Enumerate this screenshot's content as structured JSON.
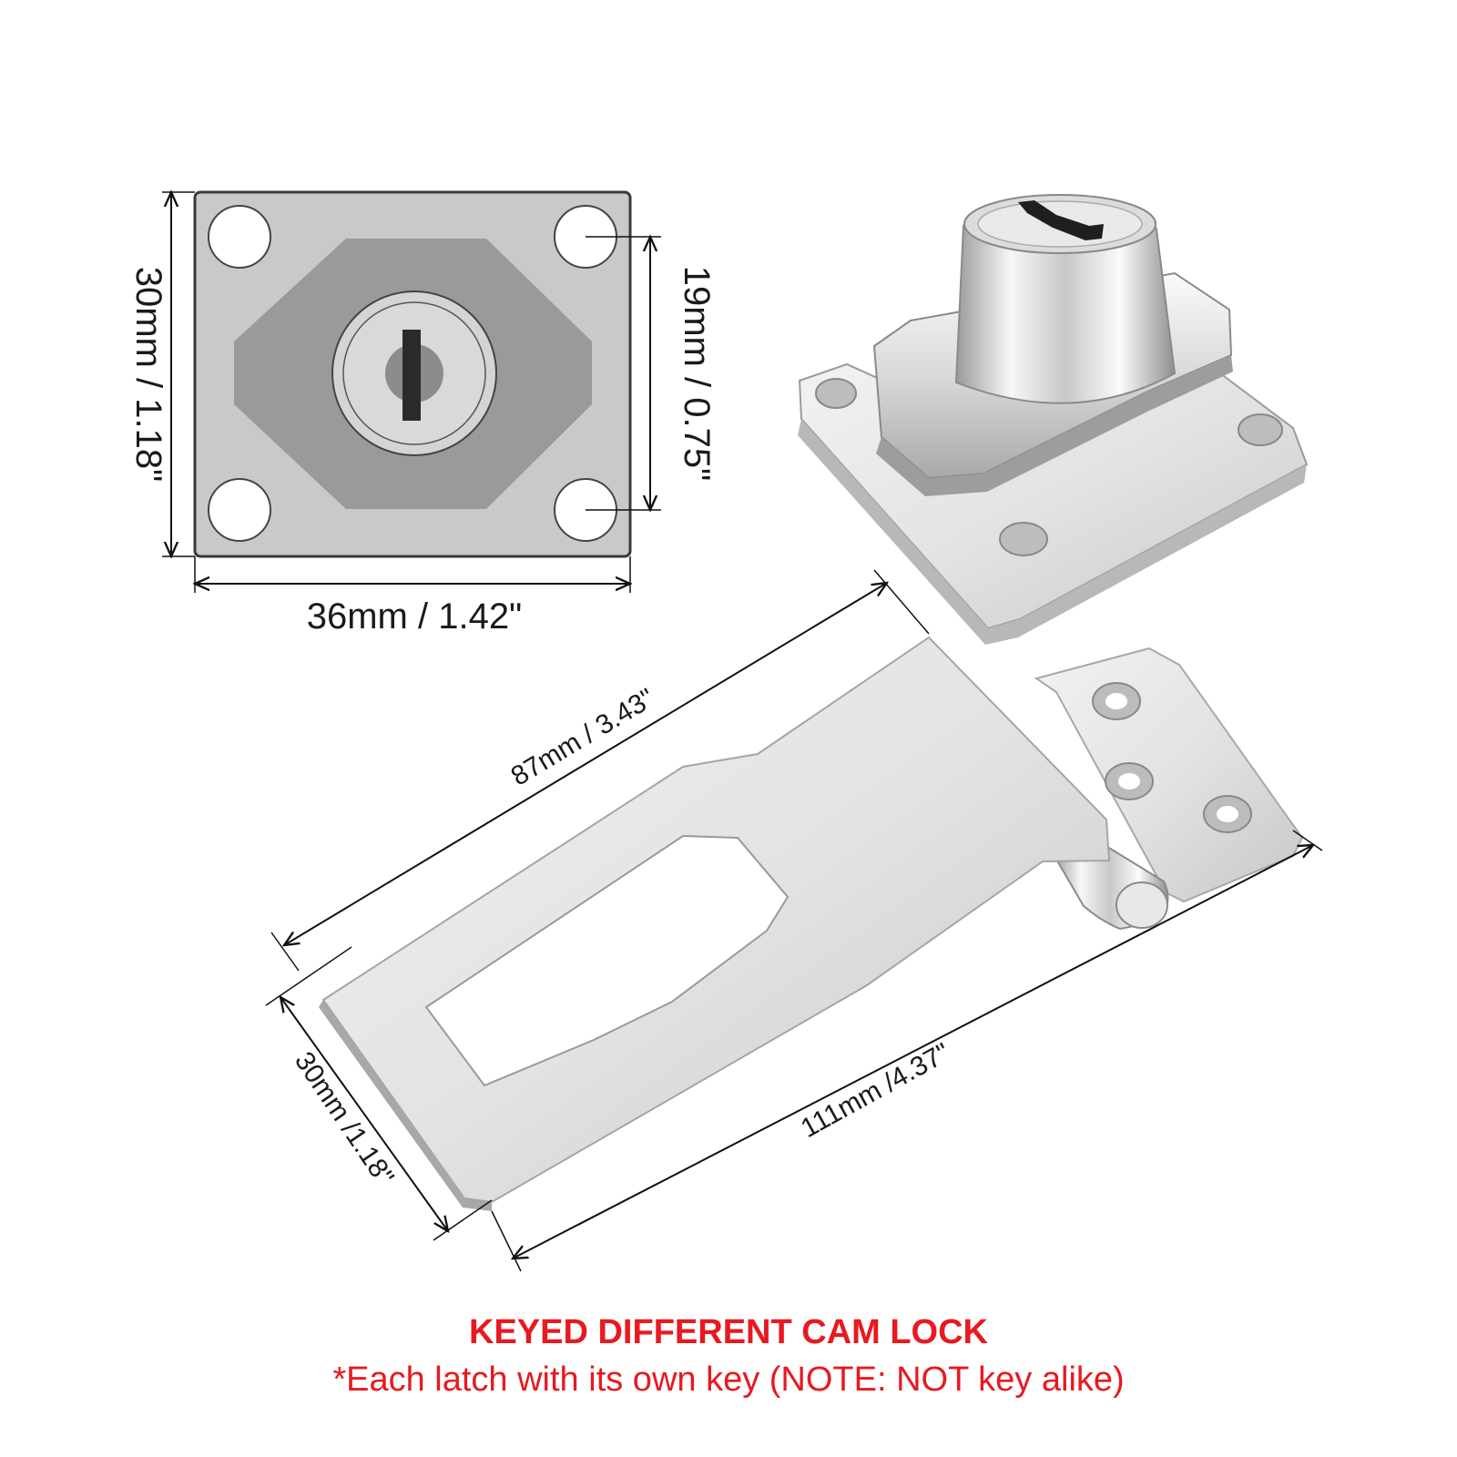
{
  "front_view": {
    "width_label": "36mm / 1.42\"",
    "height_label": "30mm / 1.18\"",
    "hole_spacing_label": "19mm / 0.75\""
  },
  "hasp": {
    "hinge_width_label": "87mm / 3.43\"",
    "length_label": "111mm /4.37\"",
    "width_label": "30mm /1.18\""
  },
  "caption": {
    "title": "KEYED DIFFERENT CAM LOCK",
    "note": "*Each latch with its own key (NOTE: NOT key alike)"
  },
  "colors": {
    "caption": "#e8191f",
    "plate": "#c9c9c9",
    "octagon": "#9a9a9a",
    "chrome": "#e6e6e6"
  }
}
